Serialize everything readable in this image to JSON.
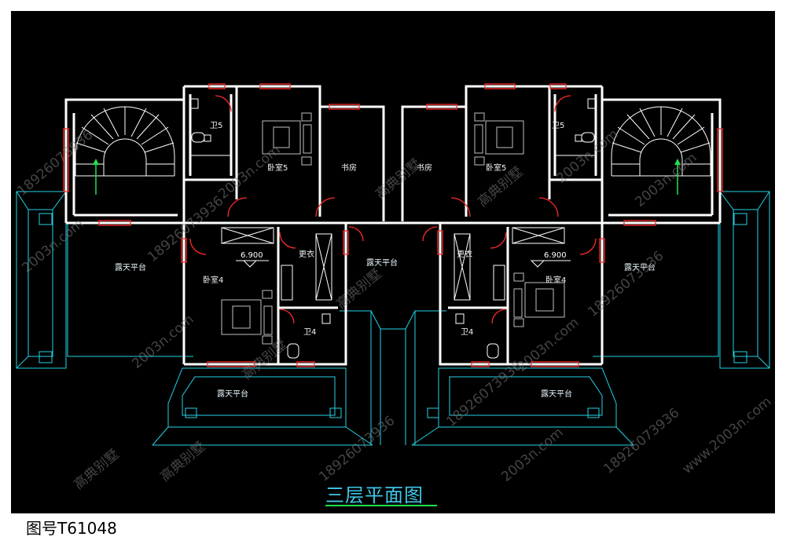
{
  "title": "三层平面图",
  "drawing_number": "图号T61048",
  "rooms": {
    "bath5_left": "卫5",
    "bed5_left": "卧室5",
    "study_left": "书房",
    "study_right": "书房",
    "bed5_right": "卧室5",
    "bath5_right": "卫5",
    "terrace_left": "露天平台",
    "terrace_center": "露天平台",
    "terrace_right": "露天平台",
    "closet_left": "更衣",
    "closet_right": "更衣",
    "bed4_left": "卧室4",
    "bed4_right": "卧室4",
    "bath4_left": "卫4",
    "bath4_right": "卫4",
    "terrace_bottom_left": "露天平台",
    "terrace_bottom_right": "露天平台"
  },
  "elevations": {
    "left": "6.900",
    "right": "6.900"
  },
  "watermarks": {
    "phone": "18926073936",
    "site": "www.2003n.com",
    "site_short": "2003n.com",
    "brand": "高典别墅"
  },
  "colors": {
    "background": "#000000",
    "walls": "#ffffff",
    "terrace_lines": "#22d3e6",
    "windows": "#ff2a2a",
    "title": "#3ec8e8",
    "underline": "#22e04a"
  }
}
